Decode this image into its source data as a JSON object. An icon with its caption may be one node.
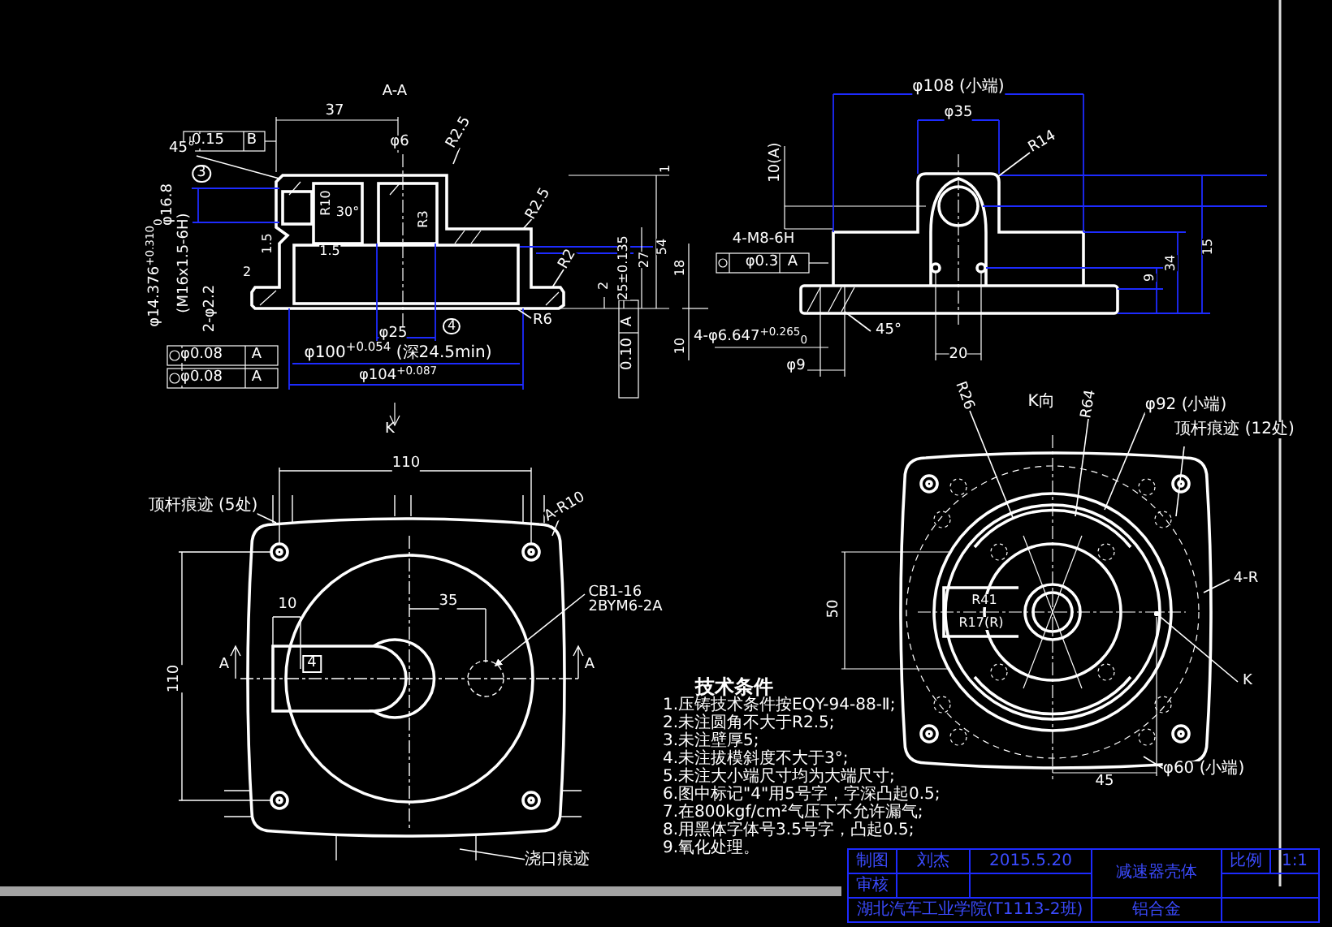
{
  "diagram": {
    "nodes": [
      {
        "text": [
          "45°"
        ]
      },
      {
        "text": [
          "R2.5"
        ]
      },
      {
        "text": [
          "R2.5"
        ]
      },
      {
        "text": [
          "R2"
        ]
      },
      {
        "text": [
          "R6"
        ]
      },
      {
        "text": [
          "R14"
        ]
      },
      {
        "text": [
          "45°"
        ]
      },
      {
        "text": [
          "A-R10"
        ]
      },
      {
        "text": [
          "CB1-16",
          "2BYM6-2A"
        ]
      },
      {
        "text": [
          "顶杆痕迹 (5处)"
        ]
      },
      {
        "text": [
          "浇口痕迹"
        ]
      },
      {
        "text": [
          "φ92 (小端)"
        ]
      },
      {
        "text": [
          "顶杆痕迹 (12处)"
        ]
      },
      {
        "text": [
          "4-R"
        ]
      },
      {
        "text": [
          "K"
        ]
      },
      {
        "text": [
          "φ60 (小端)"
        ]
      },
      {
        "text": [
          "R26"
        ]
      },
      {
        "text": [
          "R64"
        ]
      }
    ],
    "edges": [
      {
        "from": 0,
        "to": null,
        "arrow": "none"
      },
      {
        "from": 1,
        "to": null,
        "arrow": "none"
      },
      {
        "from": 2,
        "to": null,
        "arrow": "none"
      },
      {
        "from": 3,
        "to": null,
        "arrow": "none"
      },
      {
        "from": 4,
        "to": null,
        "arrow": "none"
      },
      {
        "from": 5,
        "to": null,
        "arrow": "none"
      },
      {
        "from": 6,
        "to": null,
        "arrow": "none"
      },
      {
        "from": 7,
        "to": null,
        "arrow": "none"
      },
      {
        "from": 8,
        "to": null,
        "arrow": "to"
      },
      {
        "from": 9,
        "to": null,
        "arrow": "none"
      },
      {
        "from": 10,
        "to": null,
        "arrow": "none"
      },
      {
        "from": 11,
        "to": null,
        "arrow": "none"
      },
      {
        "from": 12,
        "to": null,
        "arrow": "none"
      },
      {
        "from": 13,
        "to": null,
        "arrow": "none"
      },
      {
        "from": 14,
        "to": null,
        "arrow": "other"
      },
      {
        "from": 15,
        "to": null,
        "arrow": "none"
      },
      {
        "from": 16,
        "to": null,
        "arrow": "none"
      },
      {
        "from": 17,
        "to": null,
        "arrow": "none"
      }
    ],
    "labels": [
      "A-A",
      "37",
      "0.15",
      "B",
      "φ6",
      "3",
      "φ16.8",
      "R10",
      "30°",
      "R3",
      "1.5",
      "φ14.376$^{+0.310}$$_{0}$",
      "(M16x1.5-6H)",
      "2",
      "2-φ2.2",
      "1.5",
      "φ25",
      "4",
      "φ100$^{+0.054}$ (深24.5min)",
      "φ104$^{+0.087}$",
      "φ0.08",
      "A",
      "φ0.08",
      "A",
      "1",
      "2",
      "25±0.135",
      "27",
      "54",
      "0.10",
      "A",
      "K",
      "φ108 (小端)",
      "φ35",
      "10(A)",
      "4-M8-6H",
      "φ0.3",
      "A",
      "4-φ6.647$^{+0.265}$$_{0}$",
      "φ9",
      "20",
      "9",
      "34",
      "15",
      "18",
      "10",
      "110",
      "A",
      "A",
      "110",
      "10",
      "35",
      "4",
      "K向",
      "R41",
      "R17(R)",
      "50",
      "45",
      "技术条件",
      "1.压铸技术条件按EQY-94-88-Ⅱ;",
      "2.未注圆角不大于R2.5;",
      "3.未注壁厚5;",
      "4.未注拔模斜度不大于3°;",
      "5.未注大小端尺寸均为大端尺寸;",
      "6.图中标记\"4\"用5号字，字深凸起0.5;",
      "7.在800kgf/cm²气压下不允许漏气;",
      "8.用黑体字体号3.5号字，凸起0.5;",
      "9.氧化处理。",
      "制图",
      "刘杰",
      "2015.5.20",
      "减速器壳体",
      "比例",
      "1:1",
      "审核",
      "湖北汽车工业学院(T1113-2班)",
      "铝合金"
    ]
  }
}
